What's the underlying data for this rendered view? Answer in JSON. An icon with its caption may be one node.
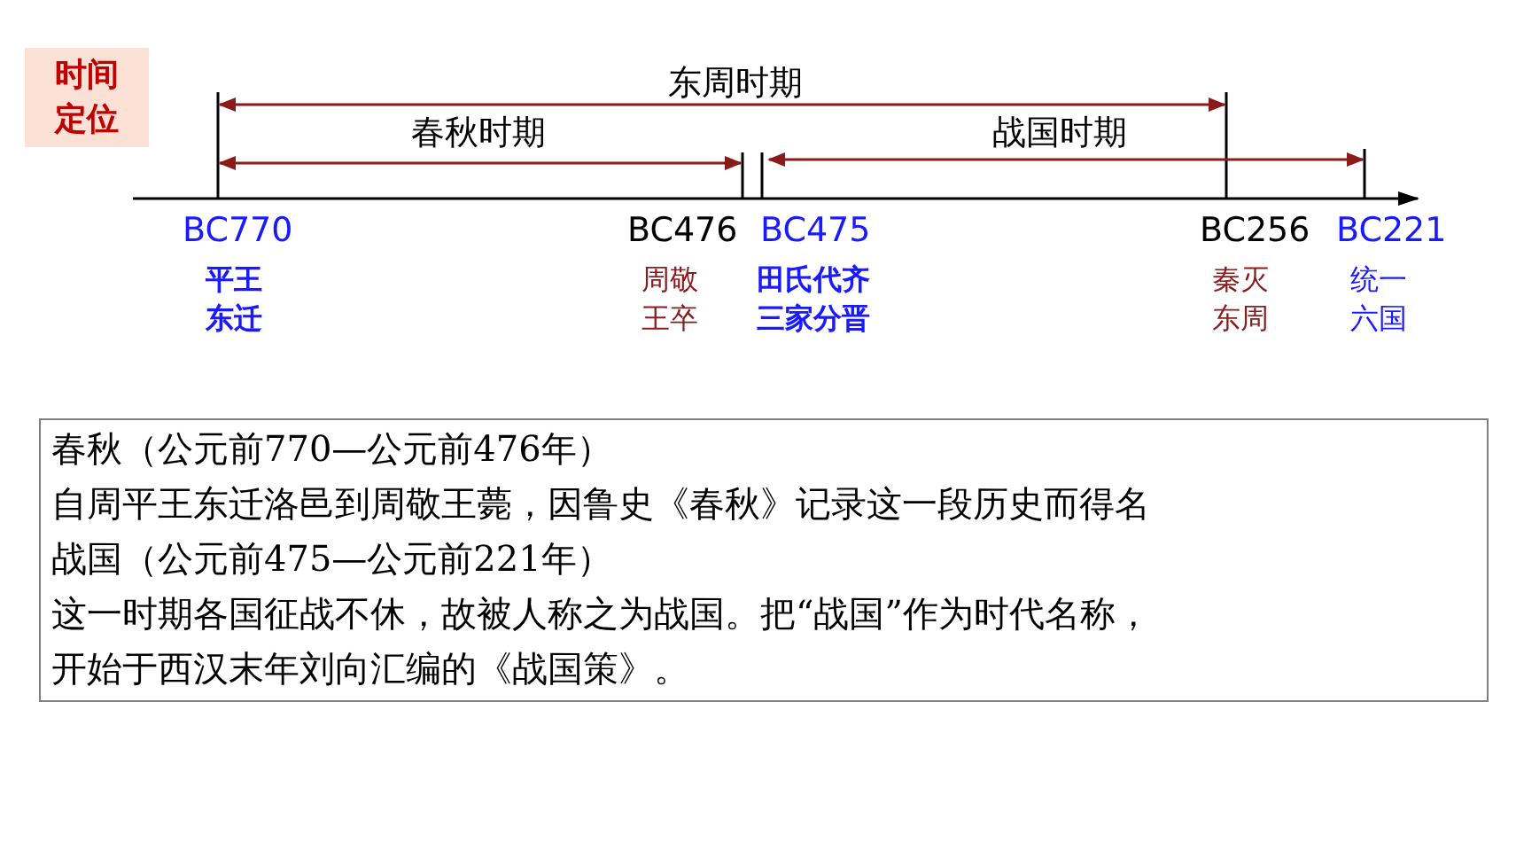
{
  "diagram": {
    "title": "时间定位",
    "labels": [
      "东周时期",
      "春秋时期",
      "战国时期",
      "BC770",
      "BC476",
      "BC475",
      "BC256",
      "BC221",
      "平王东迁",
      "周敬王卒",
      "田氏代齐三家分晋",
      "秦灭东周",
      "统一六国",
      "春秋（公元前770—公元前476年）",
      "自周平王东迁洛邑到周敬王薨，因鲁史《春秋》记录这一段历史而得名",
      "战国（公元前475—公元前221年）",
      "这一时期各国征战不休，故被人称之为战国。把“战国”作为时代名称，",
      "开始于西汉末年刘向汇编的《战国策》。"
    ]
  }
}
